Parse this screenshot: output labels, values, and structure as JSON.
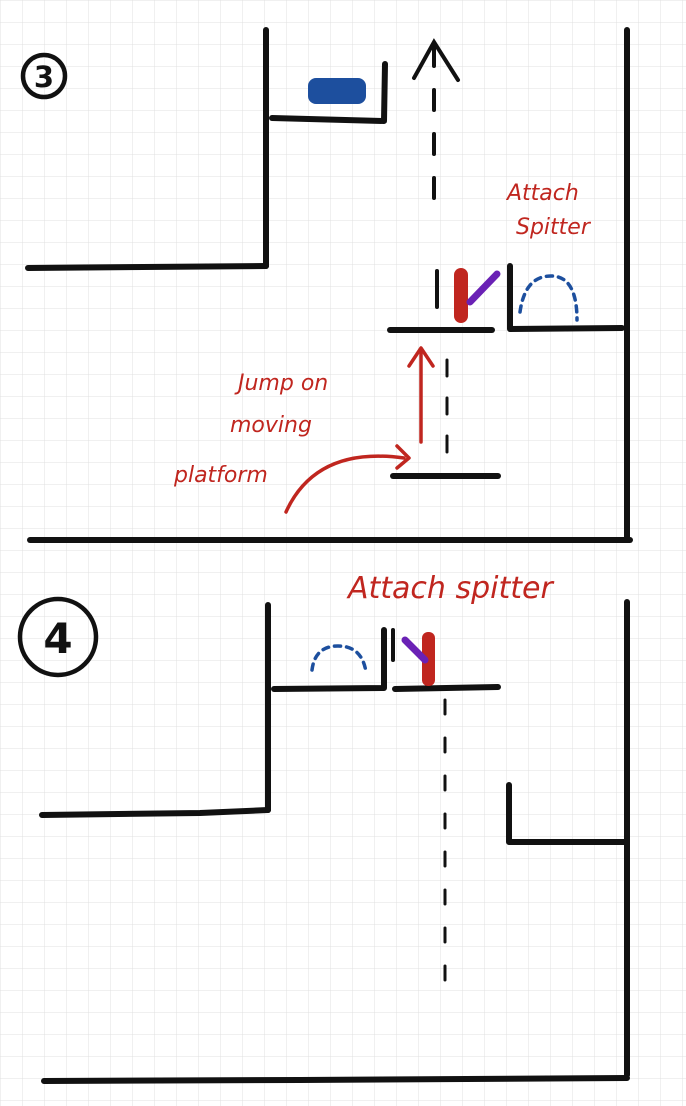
{
  "colors": {
    "ink": "#111111",
    "annotation": "#c0261f",
    "grid": "#e1e1e1",
    "blue": "#1d4f9e",
    "purple": "#6a21b5"
  },
  "panel3": {
    "number": "3",
    "label_attach_line1": "Attach",
    "label_attach_line2": "Spitter",
    "label_jump_line1": "Jump on",
    "label_jump_line2": "moving",
    "label_jump_line3": "platform"
  },
  "panel4": {
    "number": "4",
    "label_attach": "Attach spitter"
  }
}
